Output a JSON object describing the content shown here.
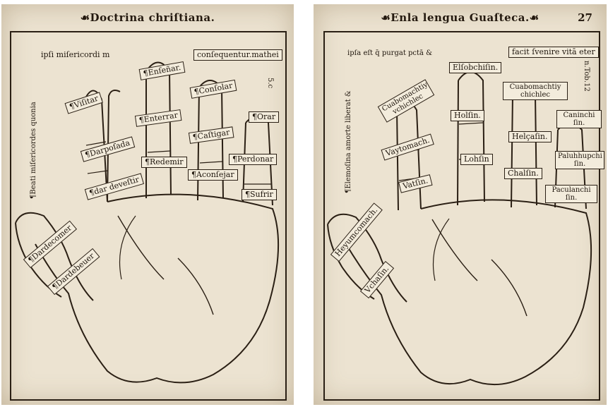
{
  "left_page": {
    "header": "☙Doctrina chriſtiana.",
    "top_text": "ipſi miſericordi m",
    "top_right_text": "conſequentur.mathei",
    "top_right_small": "5.c",
    "side_text": "¶Beati miſericordes quonia",
    "labels": {
      "visitar": "¶Viſitar",
      "ensenar": "¶Enſeñar.",
      "consolar": "¶Conſolar",
      "orar": "¶Orar",
      "enterrar": "¶Enterrar",
      "dar_posada": "¶Darpoſada",
      "castigar": "¶Caſtigar",
      "redemir": "¶Redemir",
      "perdonar": "¶Perdonar",
      "dar_de_vestir": "¶dar deveſtir",
      "aconsejar": "¶Aconſejar",
      "sufrir": "¶Sufrir",
      "dar_de_comer": "¶Dardecomer",
      "dar_de_beuer": "¶Dardebeuer"
    }
  },
  "right_page": {
    "header": "☙Enla lengua Guaſteca.☙",
    "page_number": "27",
    "top_text": "ipſa eſt q̄ purgat pctā &",
    "top_right_text": "facit ſvenire vitā eter",
    "top_right_small": "n.Tob.12",
    "side_text": "¶Elemoſina amorte liberat &",
    "labels": {
      "cuabomachtiy_vchichlec": "Cuabomachtiy vchichlec",
      "elsobchisin": "Elſobchiſin.",
      "cuabomachtiy_chichlec": "Cuabomachtiy chichlec",
      "caninchi_sin": "Caninchi ſin.",
      "holsin": "Holſin.",
      "vaytomach": "Vaytomach.",
      "helcasin": "Helçaſin.",
      "lohsin": "Lohſin",
      "paluhhupchi_sin": "Paluhhupchi ſin.",
      "vatsin": "Vatſin.",
      "chalsin": "Chalſin.",
      "paculanchi_sin": "Paculanchi ſin.",
      "heyumeomach": "Heyumcomach.",
      "vchasin": "Vchaſin."
    }
  }
}
